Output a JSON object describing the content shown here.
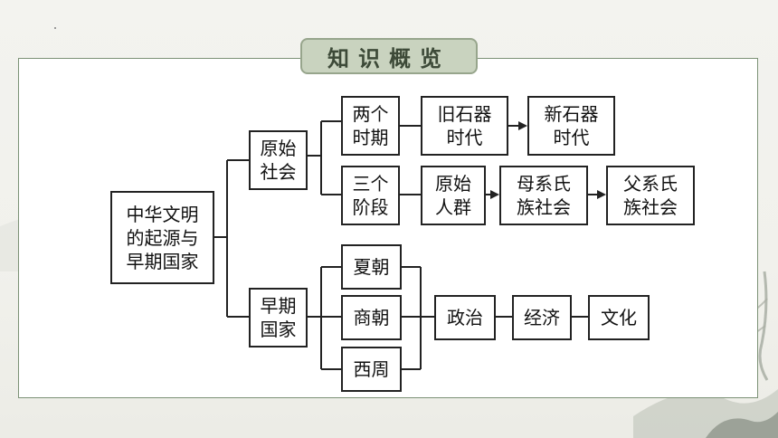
{
  "header": {
    "title": "知识概览"
  },
  "diagram": {
    "root": "中华文明\n的起源与\n早期国家",
    "primitive_society": "原始\n社会",
    "early_state": "早期\n国家",
    "two_periods": "两个\n时期",
    "old_stone_age": "旧石器\n时代",
    "new_stone_age": "新石器\n时代",
    "three_stages": "三个\n阶段",
    "primitive_group": "原始\n人群",
    "matriarchal": "母系氏\n族社会",
    "patriarchal": "父系氏\n族社会",
    "xia": "夏朝",
    "shang": "商朝",
    "western_zhou": "西周",
    "politics": "政治",
    "economy": "经济",
    "culture": "文化"
  }
}
